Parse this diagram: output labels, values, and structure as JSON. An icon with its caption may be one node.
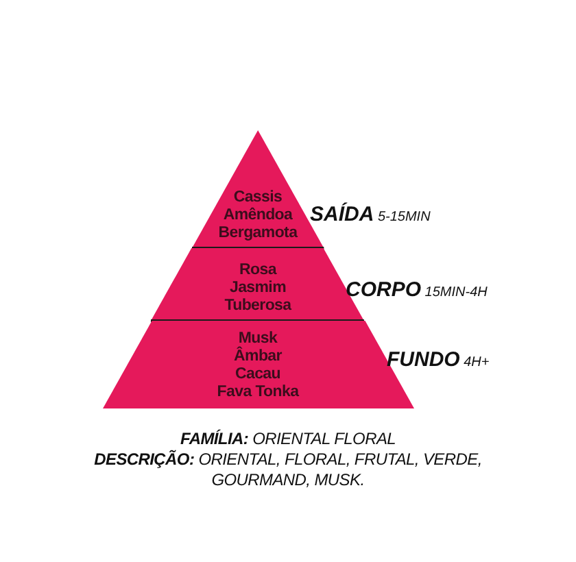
{
  "diagram": {
    "nodes": [
      {
        "text": [
          "Cassis",
          "Amêndoa",
          "Bergamota"
        ],
        "beside": [
          "**SAÍDA** 5-15MIN"
        ]
      },
      {
        "text": [
          "Rosa",
          "Jasmim",
          "Tuberosa"
        ],
        "beside": [
          "**CORPO** 15MIN-4H"
        ]
      },
      {
        "text": [
          "Musk",
          "Âmbar",
          "Cacau",
          "Fava Tonka"
        ],
        "beside": [
          "**FUNDO** 4H+"
        ]
      }
    ],
    "edges": [],
    "labels": [
      "**FAMÍLIA:** ORIENTAL FLORAL",
      "**DESCRIÇÃO:** ORIENTAL, FLORAL, FRUTAL, VERDE, GOURMAND, MUSK."
    ]
  }
}
